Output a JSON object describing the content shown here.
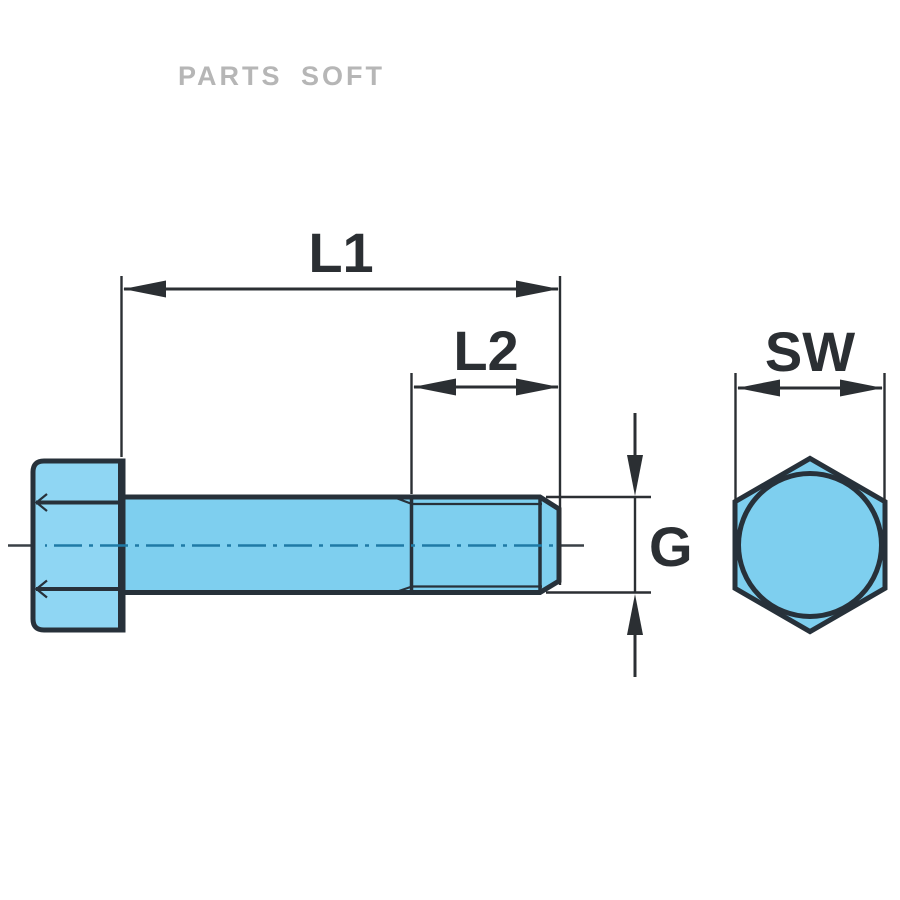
{
  "watermark": "PARTS SOFT",
  "diagram": {
    "kind": "technical-drawing",
    "subject": "hex-head-bolt",
    "views": [
      "side-view",
      "front-view"
    ],
    "dimensions": {
      "overall_length": {
        "label": "L1",
        "measures": "total bolt length"
      },
      "thread_length": {
        "label": "L2",
        "measures": "threaded length"
      },
      "across_flats": {
        "label": "SW",
        "measures": "head width across flats"
      },
      "thread_diameter": {
        "label": "G",
        "measures": "shank/thread diameter"
      }
    }
  },
  "colors": {
    "part-fill": "#7ecfef",
    "head-fill": "#8fd6f3",
    "outline": "#27313a",
    "dim": "#2b2f33",
    "watermark": "#b6b6b6",
    "centerline-inner": "#1f7aa6",
    "bg": "#ffffff"
  }
}
